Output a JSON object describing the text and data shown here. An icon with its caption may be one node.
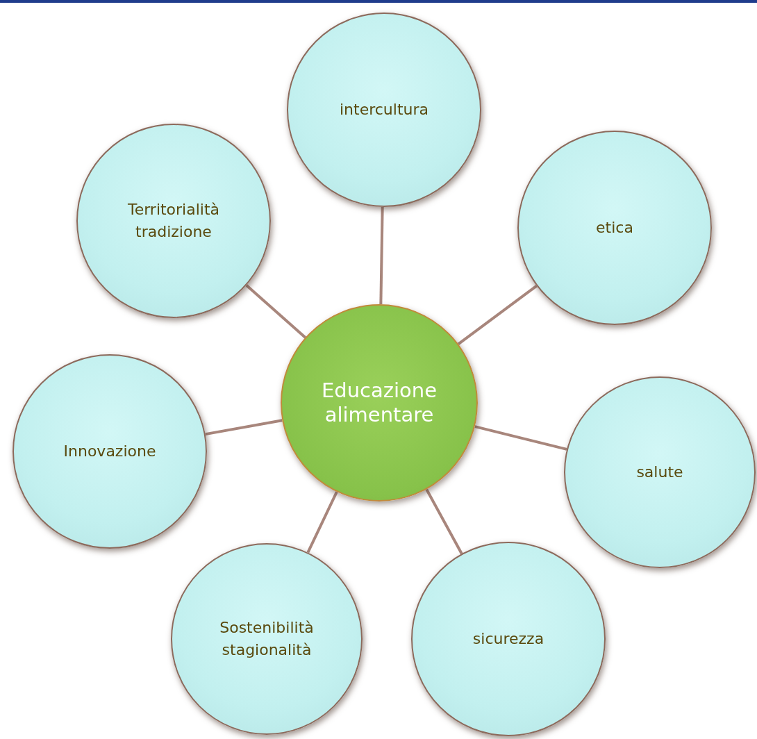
{
  "diagram": {
    "nodes": [
      {
        "text": [
          "Educazione alimentare"
        ]
      },
      {
        "text": [
          "intercultura"
        ]
      },
      {
        "text": [
          "etica"
        ]
      },
      {
        "text": [
          "salute"
        ]
      },
      {
        "text": [
          "sicurezza"
        ]
      },
      {
        "text": [
          "Sostenibilità stagionalità"
        ]
      },
      {
        "text": [
          "Innovazione"
        ]
      },
      {
        "text": [
          "Territorialità tradizione"
        ]
      }
    ],
    "edges": [
      {
        "from": 0,
        "to": 1,
        "arrow": "none"
      },
      {
        "from": 0,
        "to": 2,
        "arrow": "none"
      },
      {
        "from": 0,
        "to": 3,
        "arrow": "none"
      },
      {
        "from": 0,
        "to": 4,
        "arrow": "none"
      },
      {
        "from": 0,
        "to": 5,
        "arrow": "none"
      },
      {
        "from": 0,
        "to": 6,
        "arrow": "none"
      },
      {
        "from": 0,
        "to": 7,
        "arrow": "none"
      }
    ]
  }
}
